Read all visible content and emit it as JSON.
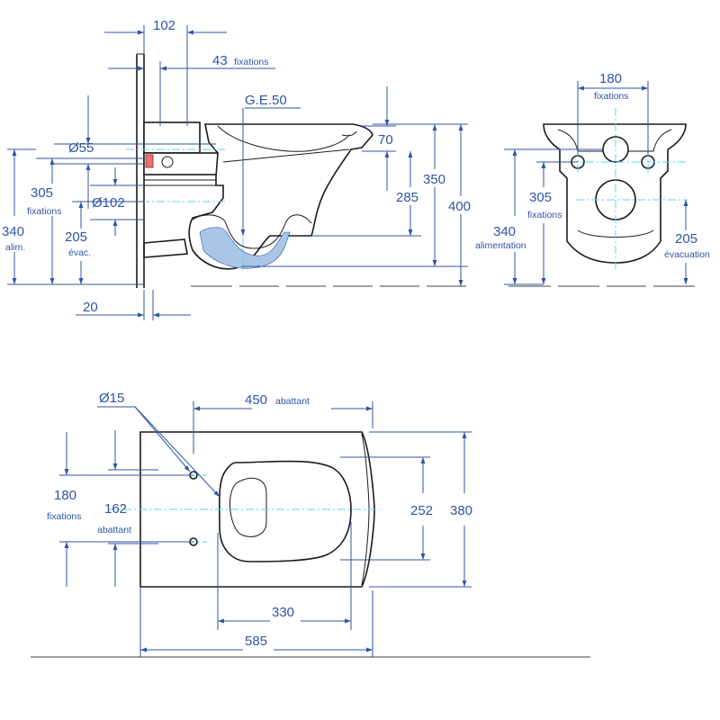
{
  "side_view": {
    "d102": "102",
    "d43": "43",
    "d43_sub": "fixations",
    "ge": "G.E.50",
    "o55": "Ø55",
    "o102": "Ø102",
    "d70": "70",
    "d350": "350",
    "d400": "400",
    "d285": "285",
    "d305": "305",
    "d305_sub": "fixations",
    "d340": "340",
    "d340_sub": "alim.",
    "d205": "205",
    "d205_sub": "évac.",
    "d20": "20"
  },
  "front_view": {
    "d180": "180",
    "d180_sub": "fixations",
    "d305": "305",
    "d305_sub": "fixations",
    "d340": "340",
    "d340_sub": "alimentation",
    "d205": "205",
    "d205_sub": "évacuation"
  },
  "top_view": {
    "o15": "Ø15",
    "d450": "450",
    "d450_sub": "abattant",
    "d180": "180",
    "d180_sub": "fixations",
    "d162": "162",
    "d162_sub": "abattant",
    "d252": "252",
    "d380": "380",
    "d330": "330",
    "d585": "585"
  },
  "colors": {
    "dimension": "#2f55a4",
    "centerline": "#5fd0f0",
    "water": "#a9c6e6",
    "outline": "#1b1b1b"
  }
}
